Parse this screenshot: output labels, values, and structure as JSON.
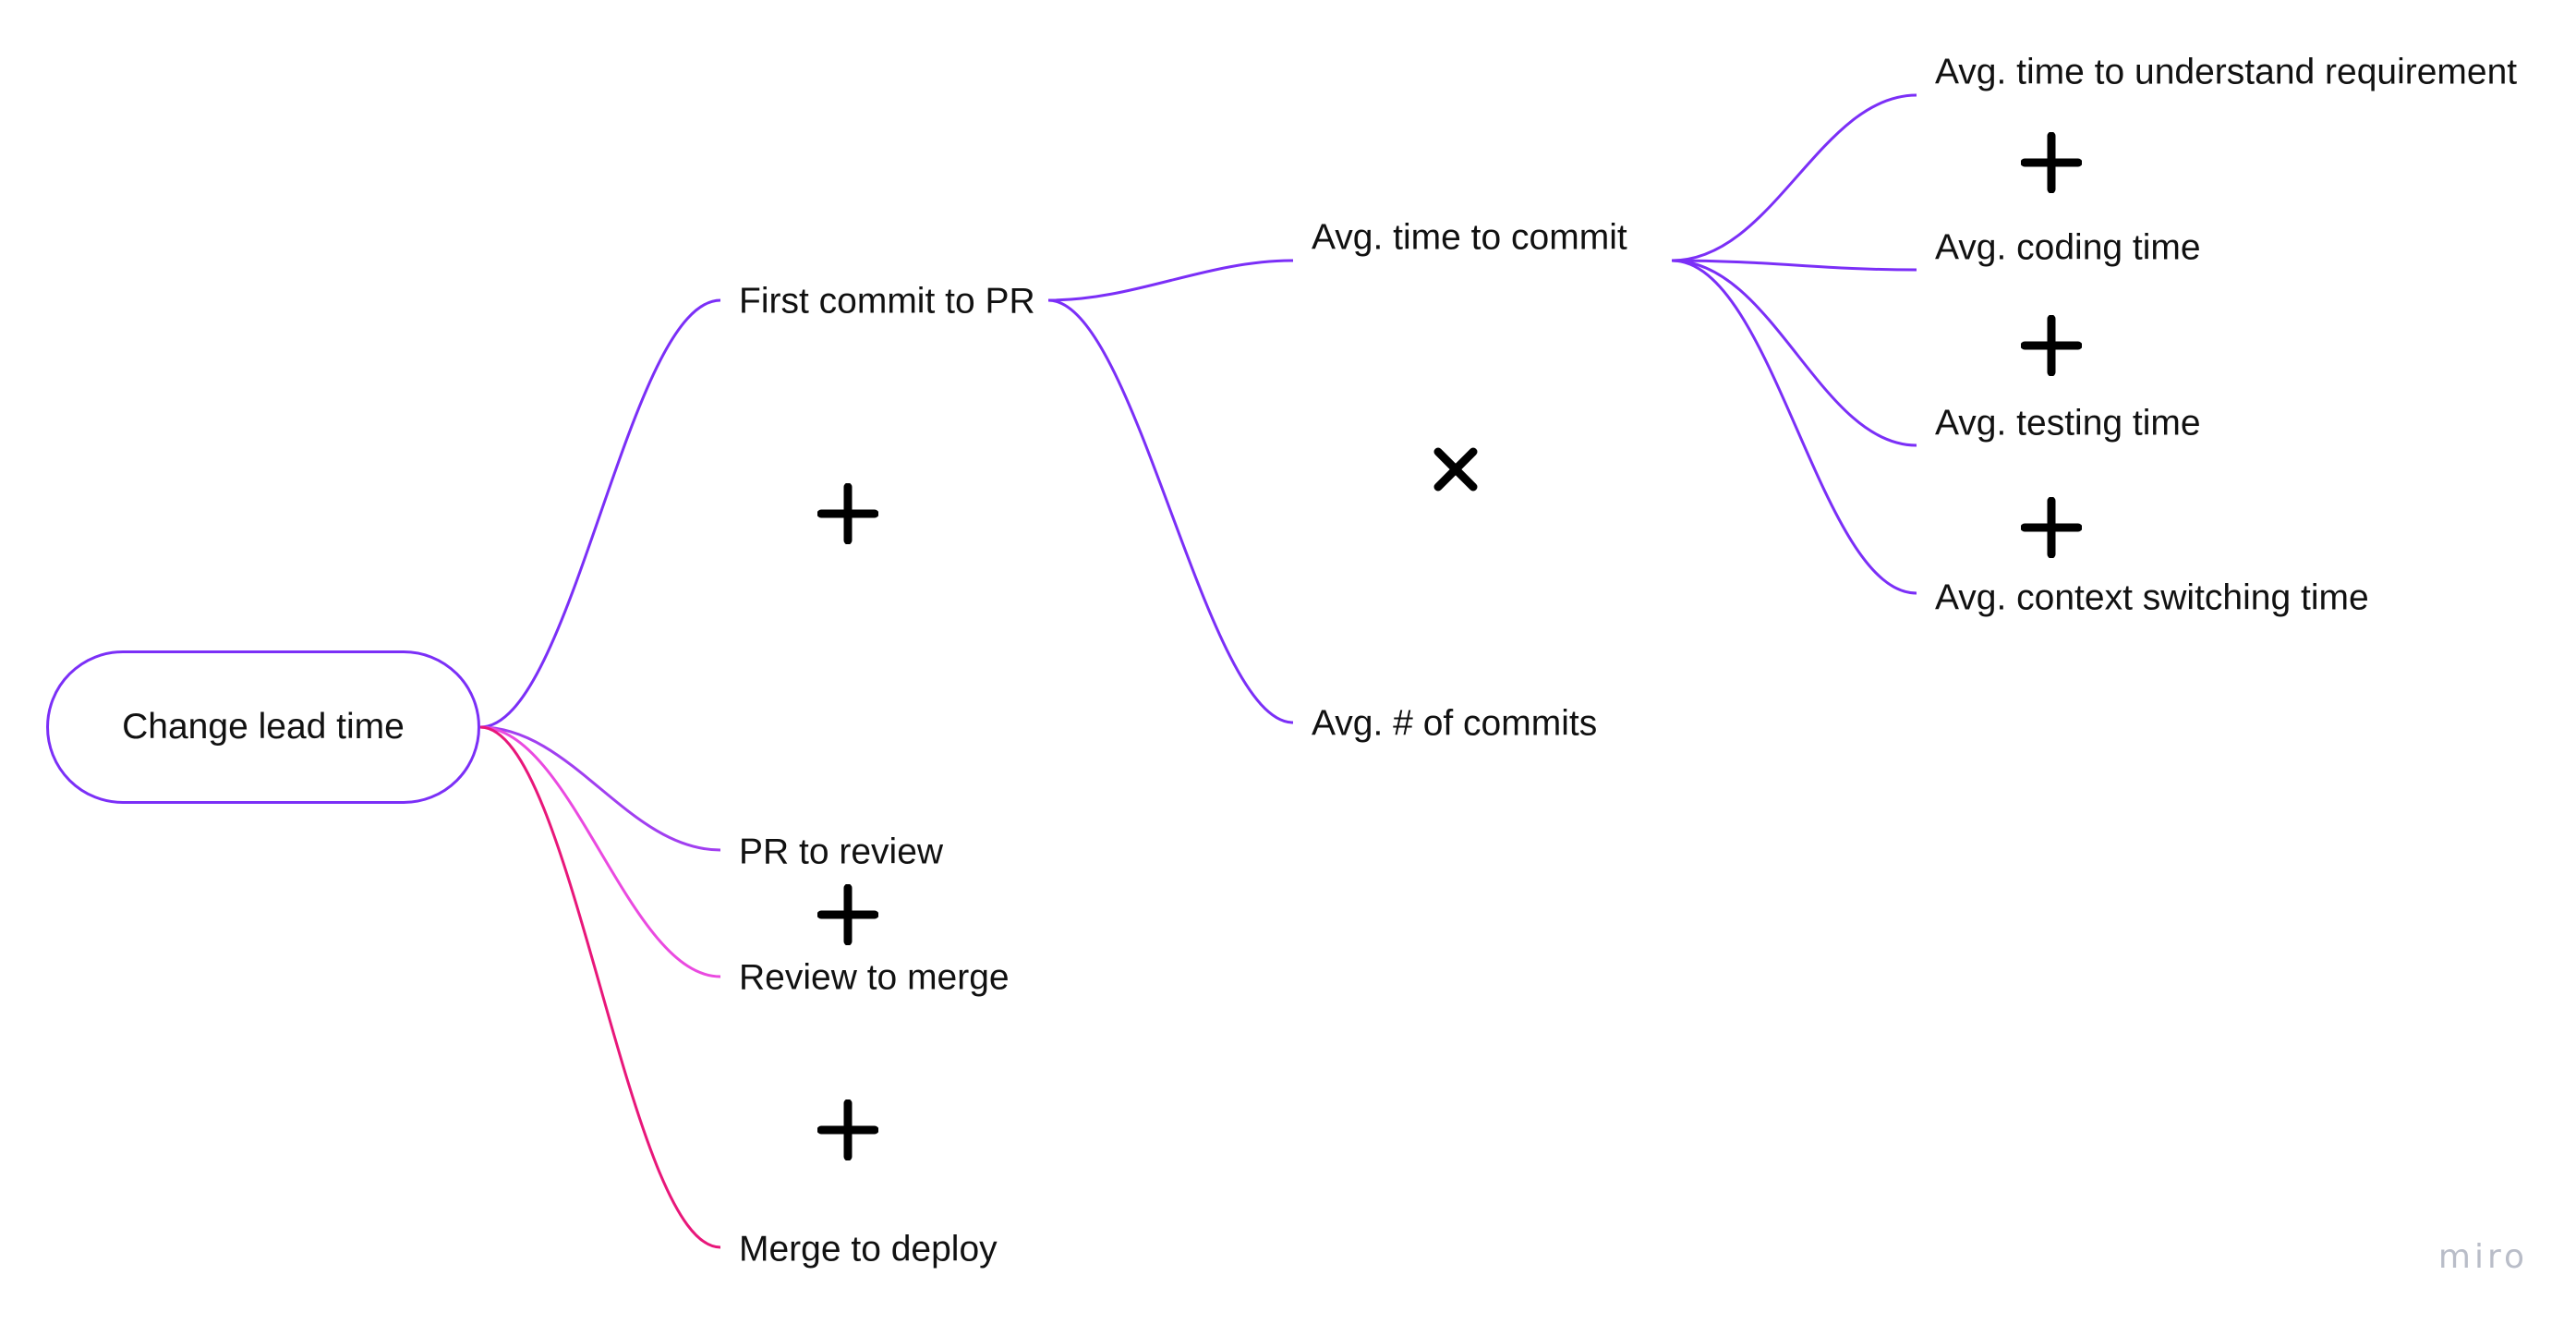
{
  "root": {
    "label": "Change lead time"
  },
  "branches": [
    {
      "label": "First commit to PR",
      "color": "#7b2ff7"
    },
    {
      "label": "PR to review",
      "color": "#a13ff0"
    },
    {
      "label": "Review to merge",
      "color": "#ea4ae0"
    },
    {
      "label": "Merge to deploy",
      "color": "#e8177a"
    }
  ],
  "first_commit_children": [
    {
      "label": "Avg. time to commit",
      "color": "#7b2ff7"
    },
    {
      "label": "Avg. # of commits",
      "color": "#7b2ff7"
    }
  ],
  "time_to_commit_children": [
    {
      "label": "Avg. time to understand requirement",
      "color": "#7b2ff7"
    },
    {
      "label": "Avg. coding time",
      "color": "#7b2ff7"
    },
    {
      "label": "Avg. testing time",
      "color": "#7b2ff7"
    },
    {
      "label": "Avg. context switching time",
      "color": "#7b2ff7"
    }
  ],
  "operators": {
    "plus": "plus-icon",
    "times": "times-icon"
  },
  "brand": "miro"
}
